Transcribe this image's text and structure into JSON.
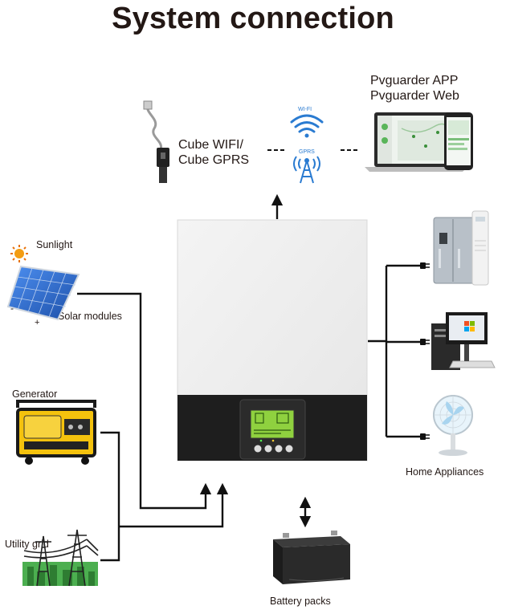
{
  "title": "System connection",
  "labels": {
    "app_line1": "Pvguarder APP",
    "app_line2": "Pvguarder Web",
    "cube_line1": "Cube WIFI/",
    "cube_line2": "Cube GPRS",
    "wifi": "WI-FI",
    "gprs": "GPRS",
    "sunlight": "Sunlight",
    "solar_modules": "Solar modules",
    "generator": "Generator",
    "utility_grid": "Utility grid",
    "home_appliances": "Home Appliances",
    "battery_packs": "Battery packs"
  },
  "colors": {
    "text": "#231815",
    "inverter_panel": "#f0f0f0",
    "inverter_base": "#1e1e1e",
    "lcd": "#8fd13f",
    "solar_blue": "#2f6fd6",
    "generator_yellow": "#f4c20d",
    "sun": "#f39c12"
  }
}
